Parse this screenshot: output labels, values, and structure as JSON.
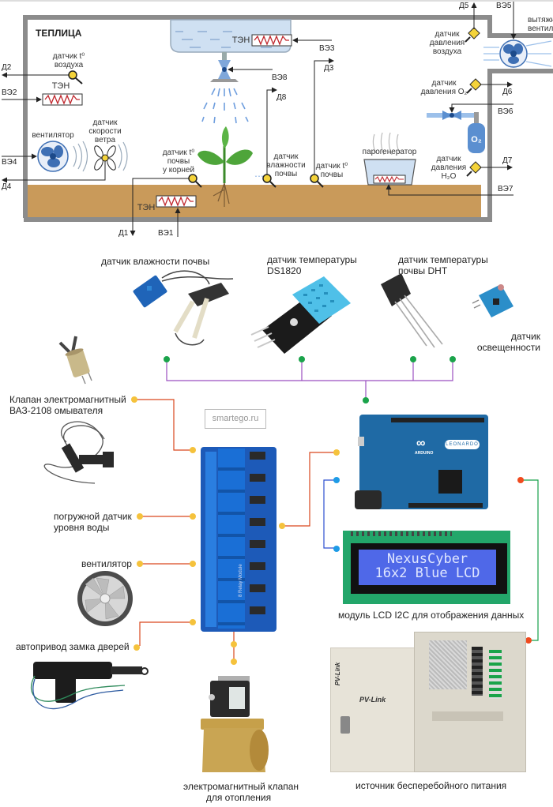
{
  "greenhouse": {
    "title": "ТЕПЛИЦА",
    "labels": {
      "air_temp_sensor": [
        "датчик t⁰",
        "воздуха"
      ],
      "heater": "ТЭН",
      "fan": "вентилятор",
      "wind_sensor": [
        "датчик",
        "скорости",
        "ветра"
      ],
      "root_temp_sensor": [
        "датчик t⁰",
        "почвы",
        "у корней"
      ],
      "soil_moisture_sensor": [
        "датчик",
        "влажности",
        "почвы"
      ],
      "soil_temp_sensor": [
        "датчик t⁰",
        "почвы"
      ],
      "steam_generator": "парогенератор",
      "water_pressure_sensor": [
        "датчик",
        "давления",
        "H₂O"
      ],
      "o2_pressure_sensor": [
        "датчик",
        "давления O₂"
      ],
      "air_pressure_sensor": [
        "датчик",
        "давления",
        "воздуха"
      ],
      "exhaust_fan": [
        "вытяжной",
        "вентилятор"
      ],
      "o2_tank": "O₂"
    },
    "codes": {
      "d1": "Д1",
      "d2": "Д2",
      "d3": "Д3",
      "d4": "Д4",
      "d5": "Д5",
      "d6": "Д6",
      "d7": "Д7",
      "d8": "Д8",
      "ve1": "ВЭ1",
      "ve2": "ВЭ2",
      "ve3": "ВЭ3",
      "ve4": "ВЭ4",
      "ve5": "ВЭ5",
      "ve6": "ВЭ6",
      "ve7": "ВЭ7",
      "ve8": "ВЭ8"
    }
  },
  "components": {
    "sensors": [
      {
        "label": "датчик влажности почвы"
      },
      {
        "label": [
          "датчик температуры",
          "DS1820"
        ]
      },
      {
        "label": [
          "датчик температуры",
          "почвы DHT"
        ]
      },
      {
        "label": [
          "датчик",
          "освещенности"
        ]
      }
    ],
    "actuators": [
      {
        "label": [
          "Клапан электромагнитный",
          "ВАЗ-2108 омывателя"
        ]
      },
      {
        "label": [
          "погружной датчик",
          "уровня воды"
        ]
      },
      {
        "label": "вентилятор"
      },
      {
        "label": "автопривод замка дверей"
      },
      {
        "label": [
          "электромагнитный клапан",
          "для отопления"
        ]
      }
    ],
    "watermark": "smartego.ru",
    "controller": {
      "brand": "ARDUINO",
      "model": "LEONARDO"
    },
    "lcd": {
      "line1": "NexusCyber",
      "line2": "16x2 Blue LCD",
      "caption": "модуль LCD I2C для отображения данных"
    },
    "power_supply": {
      "brand": "PV-Link",
      "caption": "источник бесперебойного питания"
    },
    "relay": {
      "label": "8 Relay Module"
    }
  },
  "colors": {
    "soil": "#c99a5a",
    "wall": "#8c8c8c",
    "water": "#cfe0f2",
    "fan_blue": "#3e6fb4",
    "sensor_yellow": "#f4d33a",
    "dot_orange": "#f5c23c",
    "dot_green": "#1aa34a",
    "dot_blue": "#1e9be6",
    "dot_red": "#f04a1e",
    "wire_purple": "#9b4fc0",
    "wire_red": "#d9481d",
    "wire_blue": "#2d4fd0",
    "wire_green": "#17a14a"
  }
}
